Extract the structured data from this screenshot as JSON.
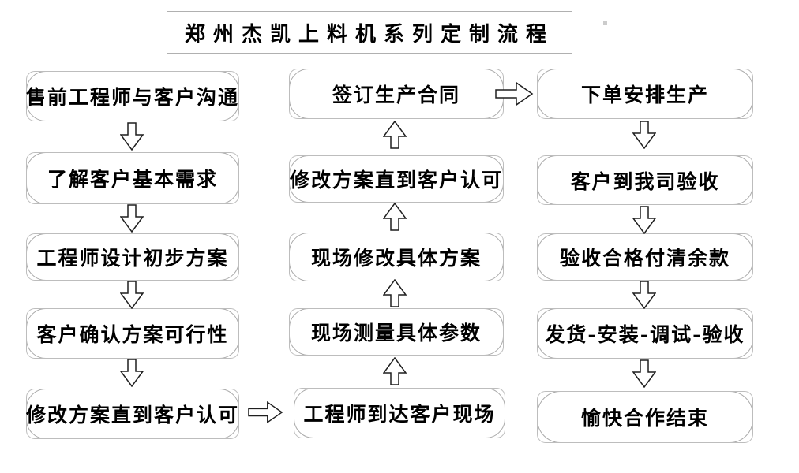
{
  "title": "郑州杰凯上料机系列定制流程",
  "flow": {
    "left": [
      "售前工程师与客户沟通",
      "了解客户基本需求",
      "工程师设计初步方案",
      "客户确认方案可行性",
      "修改方案直到客户认可"
    ],
    "middle": [
      "签订生产合同",
      "修改方案直到客户认可",
      "现场修改具体方案",
      "现场测量具体参数",
      "工程师到达客户现场"
    ],
    "right": [
      "下单安排生产",
      "客户到我司验收",
      "验收合格付清余款",
      "发货-安装-调试-验收",
      "愉快合作结束"
    ]
  },
  "colors": {
    "node_border": "#a9a9a9",
    "arrow_outline": "#1f1f1f",
    "text": "#000000",
    "background": "#ffffff"
  }
}
